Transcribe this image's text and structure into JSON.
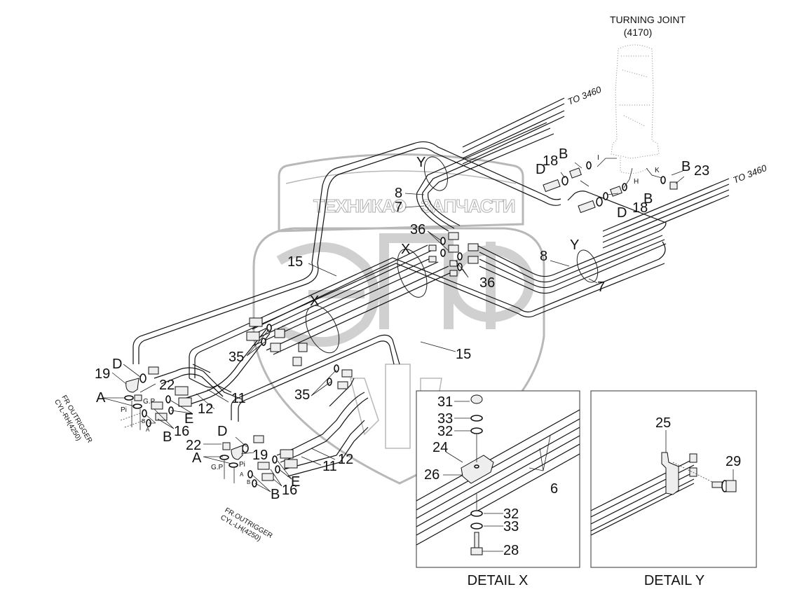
{
  "diagram": {
    "title": "TURNING JOINT",
    "title_ref": "(4170)",
    "to_ref_upper": "TO 3460",
    "to_ref_lower": "TO 3460",
    "watermark": {
      "text_left": "ТЕХНИКА",
      "text_right": "ЗАПЧАСТИ",
      "logo_letters": "ЭПФ"
    },
    "port_labels": {
      "I": "I",
      "H": "H",
      "K": "K"
    },
    "callouts": {
      "tj_18_upper": "18",
      "tj_B_upper": "B",
      "tj_D_upper": "D",
      "tj_B_right": "B",
      "tj_23": "23",
      "tj_B_lower": "B",
      "tj_18_lower": "18",
      "tj_D_lower": "D",
      "pipe_8_upper": "8",
      "pipe_7_upper": "7",
      "pipe_8_right": "8",
      "pipe_7_right": "7",
      "y_upper": "Y",
      "y_right": "Y",
      "x_upper": "X",
      "x_lower": "X",
      "c36_upper": "36",
      "c36_lower": "36",
      "c15_left": "15",
      "c15_right": "15",
      "c35_upper": "35",
      "c35_lower": "35",
      "rh_19": "19",
      "rh_D": "D",
      "rh_22": "22",
      "rh_A": "A",
      "rh_GP": "G.P",
      "rh_Pi": "Pi",
      "rh_Bp": "B",
      "rh_Ap": "A",
      "rh_B": "B",
      "rh_16": "16",
      "rh_E": "E",
      "rh_12": "12",
      "rh_11": "11",
      "lh_D": "D",
      "lh_22": "22",
      "lh_19": "19",
      "lh_A": "A",
      "lh_GP": "G.P",
      "lh_Pi": "Pi",
      "lh_Ap": "A",
      "lh_Bp": "B",
      "lh_B": "B",
      "lh_16": "16",
      "lh_E": "E",
      "lh_11": "11",
      "lh_12": "12"
    },
    "outrigger_rh": {
      "line1": "FR OUTRIGGER",
      "line2": "CYL-RH(4250)"
    },
    "outrigger_lh": {
      "line1": "FR.OUTRIGGER",
      "line2": "CYL-LH(4250)"
    }
  },
  "detail_x": {
    "caption": "DETAIL  X",
    "callouts": {
      "c31": "31",
      "c33_top": "33",
      "c32_top": "32",
      "c24": "24",
      "c26": "26",
      "c6": "6",
      "c32_bot": "32",
      "c33_bot": "33",
      "c28": "28"
    }
  },
  "detail_y": {
    "caption": "DETAIL  Y",
    "callouts": {
      "c25": "25",
      "c29": "29"
    }
  }
}
